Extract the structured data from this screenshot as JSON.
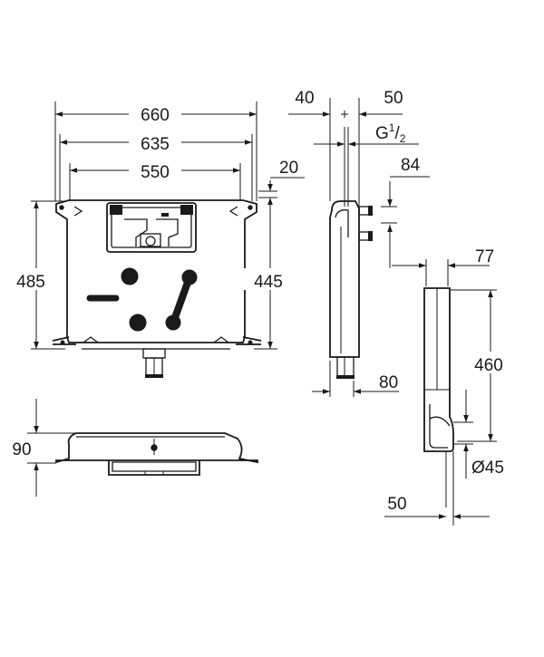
{
  "dimensions": {
    "front_width_outer": "660",
    "front_width_mid": "635",
    "front_width_inner": "550",
    "front_height_left": "485",
    "front_height_right": "445",
    "front_top_offset": "20",
    "side_depth_left": "40",
    "side_depth_right": "50",
    "thread_base": "G",
    "thread_num": "1",
    "thread_den": "2",
    "side_outlet_height": "84",
    "side_outlet_depth": "80",
    "bend_width": "77",
    "bend_height": "460",
    "bend_diameter": "Ø45",
    "bend_offset": "50",
    "plan_depth": "90"
  }
}
